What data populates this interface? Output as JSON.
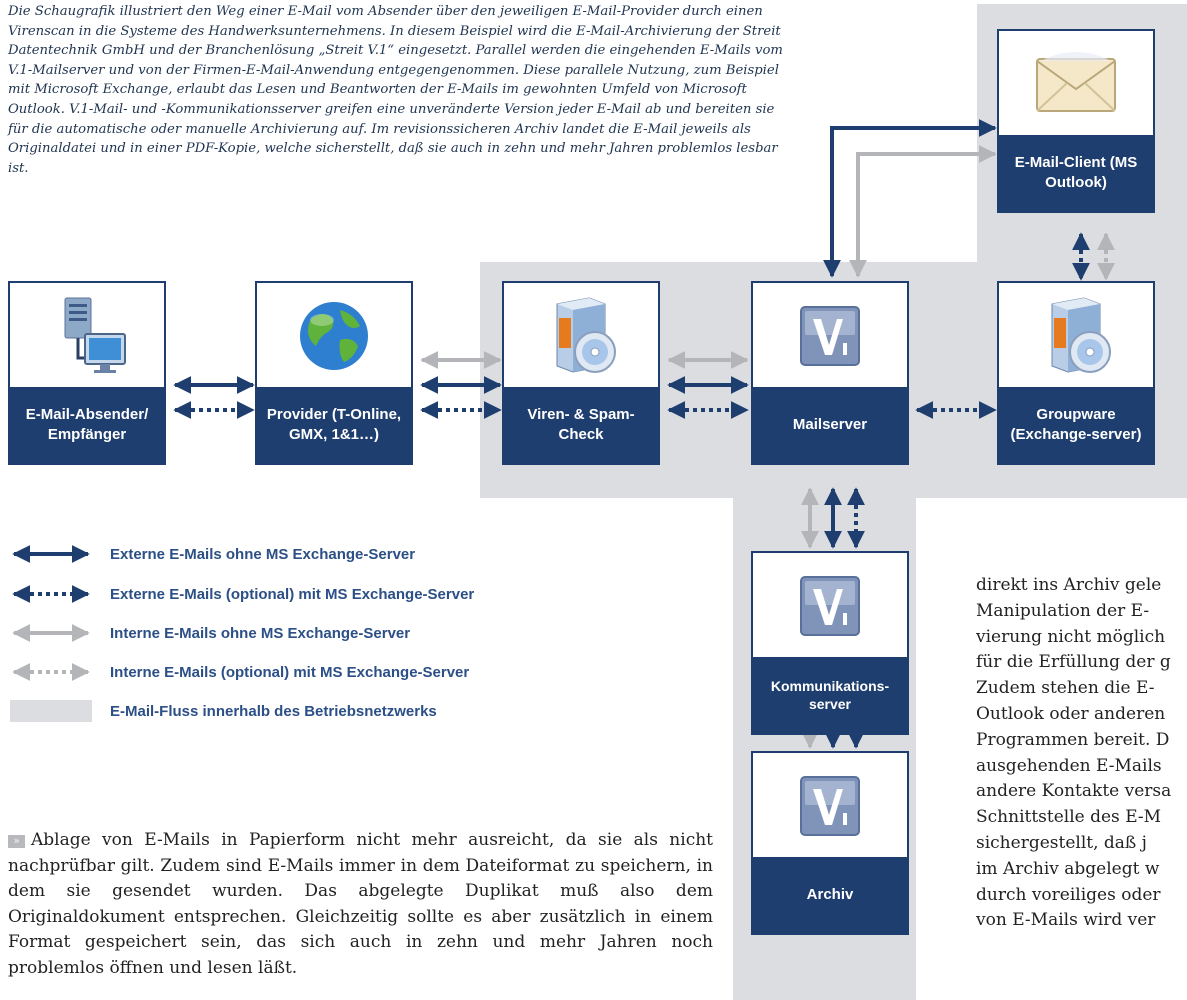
{
  "caption": "Die Schaugrafik illustriert den Weg einer E-Mail vom Absender über den jeweiligen E-Mail-Provider durch einen Virenscan in die Systeme des Handwerksunternehmens. In diesem Beispiel wird die E-Mail-Archivierung der Streit Datentechnik GmbH und der Branchenlösung „Streit V.1“ eingesetzt. Parallel werden die eingehenden E-Mails vom V.1-Mailserver und von der Firmen-E-Mail-Anwendung entgegengenommen. Diese parallele Nutzung, zum Beispiel mit Microsoft Exchange, erlaubt das Lesen und Beantworten der E-Mails im gewohnten Umfeld von Microsoft Outlook. V.1-Mail- und -Kommunikationsserver greifen eine unveränderte Version jeder E-Mail ab und bereiten sie für die automatische oder manuelle Archivierung auf. Im revisionssicheren Archiv landet die E-Mail jeweils als Originaldatei und in einer PDF-Kopie, welche sicherstellt, daß sie auch in zehn und mehr Jahren problemlos lesbar ist.",
  "nodes": {
    "sender": "E-Mail-Absender/ Empfänger",
    "provider": "Provider (T-Online, GMX, 1&1…)",
    "virus": "Viren- & Spam-Check",
    "mailserver": "Mailserver",
    "groupware": "Groupware (Exchange-server)",
    "client": "E-Mail-Client (MS Outlook)",
    "kommunikation": "Kommunikations-server",
    "archiv": "Archiv"
  },
  "legend": [
    {
      "label": "Externe E-Mails ohne MS Exchange-Server",
      "style": "solid-dark"
    },
    {
      "label": "Externe E-Mails (optional) mit MS Exchange-Server",
      "style": "dotted-dark"
    },
    {
      "label": "Interne E-Mails ohne MS Exchange-Server",
      "style": "solid-gray"
    },
    {
      "label": "Interne E-Mails (optional) mit MS Exchange-Server",
      "style": "dotted-gray"
    },
    {
      "label": "E-Mail-Fluss innerhalb des Betriebsnetzwerks",
      "style": "area"
    }
  ],
  "body_left": "Ablage von E-Mails in Papierform nicht mehr ausreicht, da sie als nicht nachprüfbar gilt. Zudem sind E-Mails immer in dem Dateiformat zu speichern, in dem sie gesendet wurden. Das abgelegte Duplikat muß also dem Originaldokument entsprechen. Gleichzeitig sollte es aber zusätzlich in einem Format gespeichert sein, das sich auch in zehn und mehr Jahren noch problemlos öffnen und lesen läßt.",
  "body_right": [
    "direkt ins Archiv gele",
    "Manipulation der E-",
    "vierung nicht möglich",
    "für die Erfüllung der g",
    "Zudem stehen die E-",
    "Outlook oder anderen",
    "Programmen bereit. D",
    "ausgehenden E-Mails",
    "andere Kontakte versa",
    "Schnittstelle des E-M",
    "sichergestellt, daß j",
    "im Archiv abgelegt w",
    "durch voreiliges oder",
    "von E-Mails wird ver"
  ],
  "colors": {
    "dark": "#1e3e6f",
    "gray_arrow": "#b4b5b8",
    "area": "#dcdde0",
    "legend_text": "#2b4f86"
  }
}
